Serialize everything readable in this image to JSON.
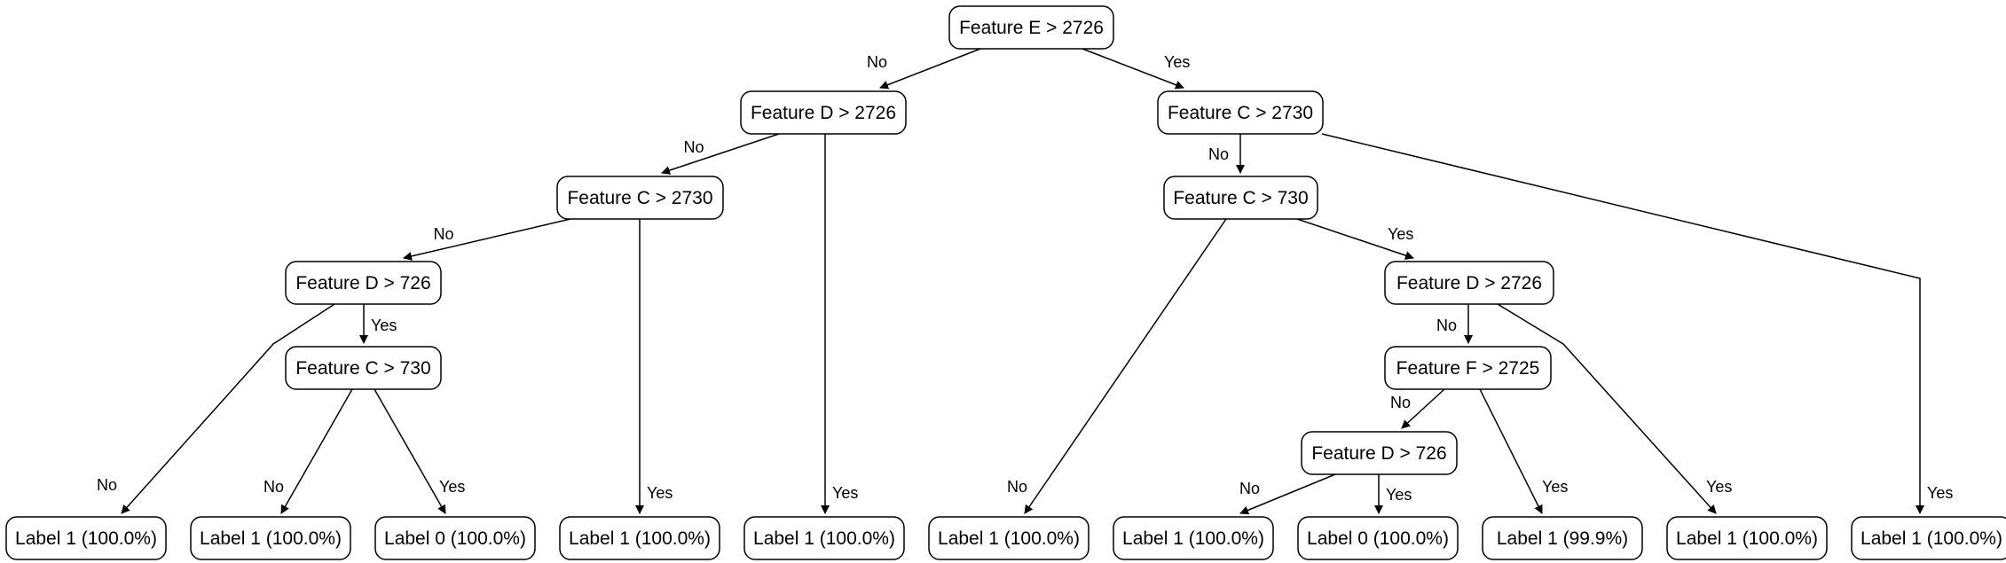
{
  "nodes": [
    {
      "id": "n1",
      "text": "Feature E > 2726"
    },
    {
      "id": "n2",
      "text": "Feature D > 2726"
    },
    {
      "id": "n3",
      "text": "Feature C > 2730"
    },
    {
      "id": "n4",
      "text": "Feature C > 2730"
    },
    {
      "id": "n5",
      "text": "Feature C > 730"
    },
    {
      "id": "n6",
      "text": "Feature D > 726"
    },
    {
      "id": "n7",
      "text": "Feature D > 2726"
    },
    {
      "id": "n8",
      "text": "Feature C > 730"
    },
    {
      "id": "n9",
      "text": "Feature F > 2725"
    },
    {
      "id": "n10",
      "text": "Feature D > 726"
    },
    {
      "id": "l1",
      "text": "Label 1 (100.0%)"
    },
    {
      "id": "l2",
      "text": "Label 1 (100.0%)"
    },
    {
      "id": "l3",
      "text": "Label 0 (100.0%)"
    },
    {
      "id": "l4",
      "text": "Label 1 (100.0%)"
    },
    {
      "id": "l5",
      "text": "Label 1 (100.0%)"
    },
    {
      "id": "l6",
      "text": "Label 1 (100.0%)"
    },
    {
      "id": "l7",
      "text": "Label 1 (100.0%)"
    },
    {
      "id": "l8",
      "text": "Label 0 (100.0%)"
    },
    {
      "id": "l9",
      "text": "Label 1 (99.9%)"
    },
    {
      "id": "l10",
      "text": "Label 1 (100.0%)"
    },
    {
      "id": "l11",
      "text": "Label 1 (100.0%)"
    }
  ],
  "edges": [
    {
      "from": "n1",
      "to": "n2",
      "label": "No"
    },
    {
      "from": "n1",
      "to": "n3",
      "label": "Yes"
    },
    {
      "from": "n2",
      "to": "n4",
      "label": "No"
    },
    {
      "from": "n2",
      "to": "l5",
      "label": "Yes"
    },
    {
      "from": "n3",
      "to": "n5",
      "label": "No"
    },
    {
      "from": "n3",
      "to": "l11",
      "label": "Yes"
    },
    {
      "from": "n4",
      "to": "n6",
      "label": "No"
    },
    {
      "from": "n4",
      "to": "l4",
      "label": "Yes"
    },
    {
      "from": "n6",
      "to": "l1",
      "label": "No"
    },
    {
      "from": "n6",
      "to": "n8",
      "label": "Yes"
    },
    {
      "from": "n8",
      "to": "l2",
      "label": "No"
    },
    {
      "from": "n8",
      "to": "l3",
      "label": "Yes"
    },
    {
      "from": "n5",
      "to": "l6",
      "label": "No"
    },
    {
      "from": "n5",
      "to": "n7",
      "label": "Yes"
    },
    {
      "from": "n7",
      "to": "n9",
      "label": "No"
    },
    {
      "from": "n7",
      "to": "l10",
      "label": "Yes"
    },
    {
      "from": "n9",
      "to": "n10",
      "label": "No"
    },
    {
      "from": "n9",
      "to": "l9",
      "label": "Yes"
    },
    {
      "from": "n10",
      "to": "l7",
      "label": "No"
    },
    {
      "from": "n10",
      "to": "l8",
      "label": "Yes"
    }
  ]
}
